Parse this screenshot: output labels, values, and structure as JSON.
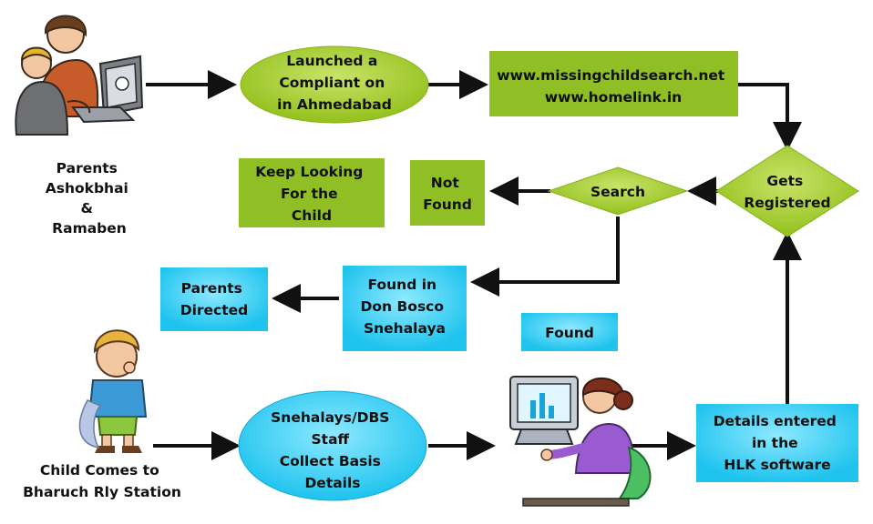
{
  "nodes": {
    "complaint": {
      "lines": [
        "Launched a",
        "Compliant on",
        "in Ahmedabad"
      ],
      "color": "#a7cf2b"
    },
    "websites": {
      "lines": [
        "www.missingchildsearch.net",
        "www.homelink.in"
      ],
      "color": "#8fbf24"
    },
    "registered": {
      "lines": [
        "Gets",
        "Registered"
      ],
      "color": "#a7cf2b"
    },
    "search": {
      "lines": [
        "Search"
      ],
      "color": "#a7cf2b"
    },
    "not_found": {
      "lines": [
        "Not",
        "Found"
      ],
      "color": "#8fbf24"
    },
    "keep_looking": {
      "lines": [
        "Keep Looking",
        "For the",
        "Child"
      ],
      "color": "#8fbf24"
    },
    "found_dbs": {
      "lines": [
        "Found in",
        "Don Bosco",
        "Snehalaya"
      ],
      "color": "#3fd0f0"
    },
    "parents_directed": {
      "lines": [
        "Parents",
        "Directed"
      ],
      "color": "#3fd0f0"
    },
    "found_label": {
      "lines": [
        "Found"
      ],
      "color": "#3fd0f0"
    },
    "staff": {
      "lines": [
        "Snehalays/DBS",
        "Staff",
        "Collect Basis",
        "Details"
      ],
      "color": "#3fd0f0"
    },
    "hlk": {
      "lines": [
        "Details entered",
        "in the",
        "HLK software"
      ],
      "color": "#3fd0f0"
    }
  },
  "captions": {
    "parents": [
      "Parents",
      "Ashokbhai",
      "&",
      "Ramaben"
    ],
    "child": [
      "Child Comes to",
      "Bharuch Rly Station"
    ]
  },
  "icons": [
    "parents-at-computer-icon",
    "crying-child-icon",
    "woman-at-computer-icon"
  ]
}
